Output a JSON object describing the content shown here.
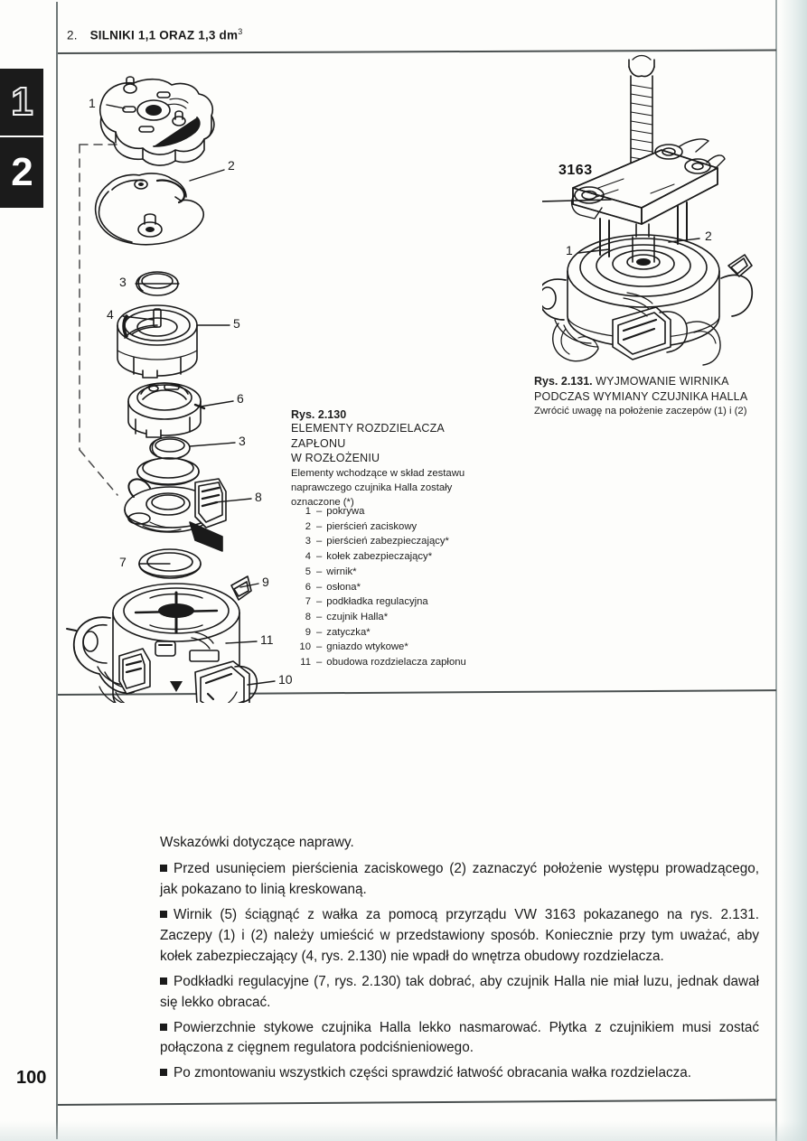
{
  "document": {
    "page_number": "100",
    "chapter_number": "2.",
    "chapter_title": "SILNIKI 1,1 ORAZ 1,3 dm",
    "chapter_title_sup": "3",
    "index_tabs": [
      {
        "label": "1",
        "style": "outline"
      },
      {
        "label": "2",
        "style": "solid"
      }
    ]
  },
  "figures": {
    "left": {
      "id": "Rys. 2.130",
      "title_line1": "ELEMENTY ROZDZIELACZA ZAPŁONU",
      "title_line2": "W ROZŁOŻENIU",
      "note_line1": "Elementy wchodzące w skład zestawu",
      "note_line2": "naprawczego czujnika Halla zostały",
      "note_line3": "oznaczone (*)",
      "legend": [
        {
          "n": "1",
          "dash": "–",
          "label": "pokrywa"
        },
        {
          "n": "2",
          "dash": "–",
          "label": "pierścień zaciskowy"
        },
        {
          "n": "3",
          "dash": "–",
          "label": "pierścień zabezpieczający*"
        },
        {
          "n": "4",
          "dash": "–",
          "label": "kołek zabezpieczający*"
        },
        {
          "n": "5",
          "dash": "–",
          "label": "wirnik*"
        },
        {
          "n": "6",
          "dash": "–",
          "label": "osłona*"
        },
        {
          "n": "7",
          "dash": "–",
          "label": "podkładka regulacyjna"
        },
        {
          "n": "8",
          "dash": "–",
          "label": "czujnik Halla*"
        },
        {
          "n": "9",
          "dash": "–",
          "label": "zatyczka*"
        },
        {
          "n": "10",
          "dash": "–",
          "label": "gniazdo wtykowe*"
        },
        {
          "n": "11",
          "dash": "–",
          "label": "obudowa rozdzielacza zapłonu"
        }
      ],
      "callouts": [
        "1",
        "2",
        "3",
        "4",
        "5",
        "6",
        "3",
        "8",
        "7",
        "9",
        "11",
        "10"
      ]
    },
    "right": {
      "id": "Rys. 2.131.",
      "title_line1": "WYJMOWANIE WIRNIKA",
      "title_line2": "PODCZAS WYMIANY CZUJNIKA HALLA",
      "note": "Zwrócić uwagę na położenie zaczepów (1) i (2)",
      "tool_label": "3163",
      "callouts": [
        "1",
        "2"
      ]
    }
  },
  "body": {
    "lead": "Wskazówki dotyczące naprawy.",
    "bullets": [
      "Przed usunięciem pierścienia zaciskowego (2) zaznaczyć położenie występu prowadzącego, jak pokazano to linią kreskowaną.",
      "Wirnik (5) ściągnąć z wałka za pomocą przyrządu VW 3163 pokazanego na rys. 2.131. Zaczepy (1) i (2) należy umieścić w przedstawiony sposób. Koniecznie przy tym uważać, aby kołek zabezpieczający (4, rys. 2.130) nie wpadł do wnętrza obudowy rozdzielacza.",
      "Podkładki regulacyjne (7, rys. 2.130) tak dobrać, aby czujnik Halla nie miał luzu, jednak dawał się lekko obracać.",
      "Powierzchnie stykowe czujnika Halla lekko nasmarować. Płytka z czujnikiem musi zostać połączona z cięgnem regulatora podciśnieniowego.",
      "Po zmontowaniu wszystkich części sprawdzić łatwość obracania wałka rozdzielacza."
    ]
  },
  "colors": {
    "paper": "#fdfdfb",
    "ink": "#1a1a1a",
    "tab_bg": "#1b1b1b",
    "rule": "#4a5050"
  }
}
